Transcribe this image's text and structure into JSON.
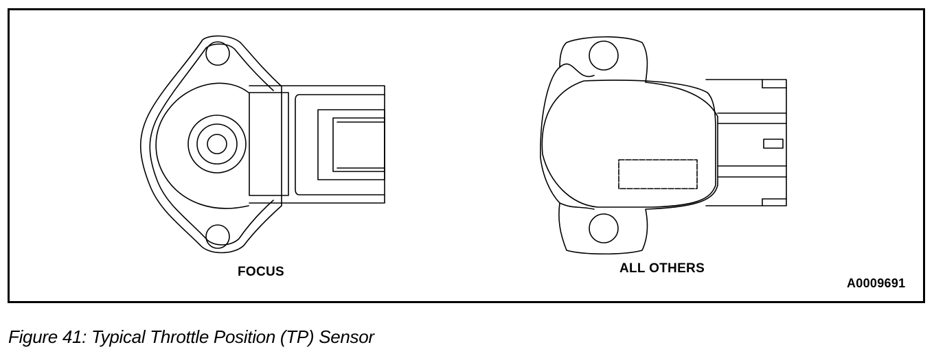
{
  "sensors": {
    "focus_label": "FOCUS",
    "all_others_label": "ALL OTHERS"
  },
  "figure_id": "A0009691",
  "caption": "Figure 41: Typical Throttle Position (TP) Sensor",
  "colors": {
    "line": "#000000",
    "background": "#ffffff"
  }
}
